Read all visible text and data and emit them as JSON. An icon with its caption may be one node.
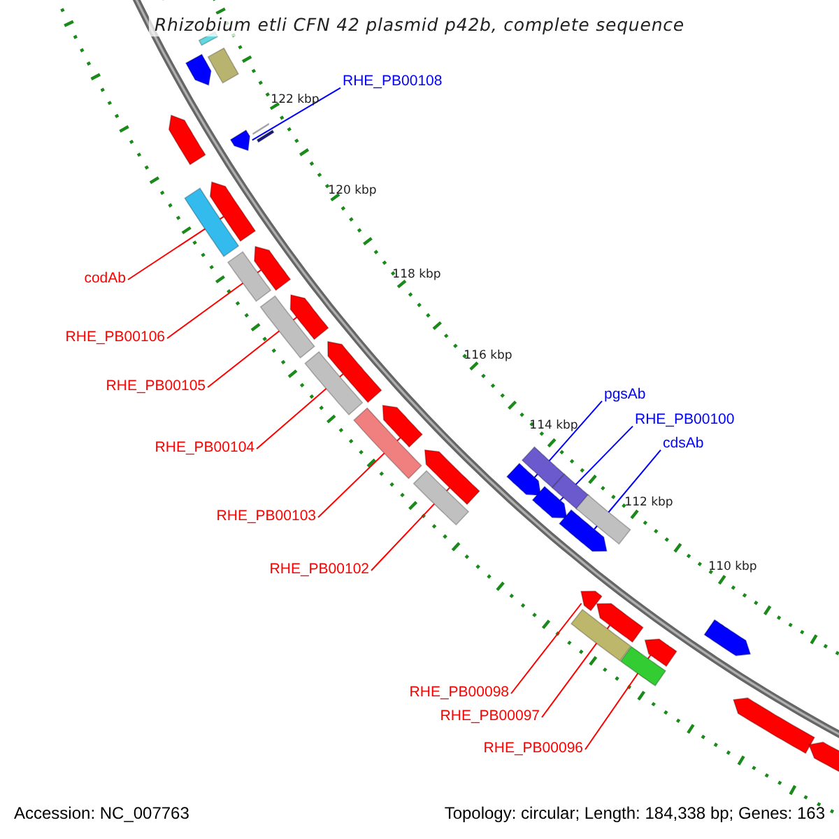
{
  "diagram": {
    "title": "Rhizobium etli CFN 42 plasmid p42b, complete sequence",
    "nodes": [
      {
        "text": [
          "RHE_PB00108"
        ]
      },
      {
        "text": [
          "codAb"
        ]
      },
      {
        "text": [
          "RHE_PB00106"
        ]
      },
      {
        "text": [
          "RHE_PB00105"
        ]
      },
      {
        "text": [
          "pgsAb"
        ]
      },
      {
        "text": [
          "RHE_PB00100"
        ]
      },
      {
        "text": [
          "cdsAb"
        ]
      },
      {
        "text": [
          "RHE_PB00104"
        ]
      },
      {
        "text": [
          "RHE_PB00103"
        ]
      },
      {
        "text": [
          "RHE_PB00102"
        ]
      },
      {
        "text": [
          "RHE_PB00098"
        ]
      },
      {
        "text": [
          "RHE_PB00097"
        ]
      },
      {
        "text": [
          "RHE_PB00096"
        ]
      },
      {
        "text": [],
        "shape": "arrow"
      },
      {
        "text": [],
        "shape": "arrow"
      },
      {
        "text": [],
        "shape": "arrow"
      },
      {
        "text": [],
        "shape": "arrow"
      },
      {
        "text": [],
        "shape": "arrow"
      },
      {
        "text": [],
        "shape": "arrow"
      },
      {
        "text": [],
        "shape": "arrow"
      },
      {
        "text": [],
        "shape": "arrow"
      },
      {
        "text": [],
        "shape": "arrow"
      },
      {
        "text": [],
        "shape": "arrow"
      },
      {
        "text": [],
        "shape": "arrow"
      },
      {
        "text": [],
        "shape": "arrow"
      },
      {
        "text": [],
        "shape": "arrow"
      },
      {
        "text": [],
        "shape": "arrow"
      },
      {
        "text": [],
        "shape": "bar"
      },
      {
        "text": [],
        "shape": "arrow"
      },
      {
        "text": [],
        "shape": "bar"
      },
      {
        "text": [],
        "shape": "bar"
      },
      {
        "text": [],
        "shape": "bar"
      },
      {
        "text": [],
        "shape": "arrow"
      },
      {
        "text": [],
        "shape": "bar"
      },
      {
        "text": [],
        "shape": "bar"
      },
      {
        "text": [],
        "shape": "bar"
      },
      {
        "text": [],
        "shape": "bar"
      },
      {
        "text": [],
        "shape": "bar"
      },
      {
        "text": [],
        "shape": "bar"
      },
      {
        "text": [],
        "shape": "bar"
      },
      {
        "text": [],
        "shape": "bar"
      },
      {
        "text": [],
        "shape": "bar"
      },
      {
        "text": [],
        "shape": "bar"
      },
      {
        "text": [],
        "shape": "bar"
      },
      {
        "text": [],
        "shape": "arrow"
      },
      {
        "text": [],
        "shape": "arrow"
      },
      {
        "text": [],
        "shape": "arrow"
      }
    ],
    "edges": [
      {
        "from": 0,
        "to": 13,
        "arrow": "none",
        "color": "#0000ff"
      },
      {
        "from": 1,
        "to": 14,
        "arrow": "none"
      },
      {
        "from": 2,
        "to": 15,
        "arrow": "none"
      },
      {
        "from": 3,
        "to": 16,
        "arrow": "none"
      },
      {
        "from": 4,
        "to": 17,
        "arrow": "none",
        "color": "#0000ff"
      },
      {
        "from": 5,
        "to": 18,
        "arrow": "none",
        "color": "#0000ff"
      },
      {
        "from": 6,
        "to": 19,
        "arrow": "none",
        "color": "#0000ff"
      },
      {
        "from": 7,
        "to": 20,
        "arrow": "none"
      },
      {
        "from": 8,
        "to": 21,
        "arrow": "none"
      },
      {
        "from": 9,
        "to": 22,
        "arrow": "none"
      },
      {
        "from": 10,
        "to": 23,
        "arrow": "none"
      },
      {
        "from": 11,
        "to": 24,
        "arrow": "none"
      },
      {
        "from": 12,
        "to": 25,
        "arrow": "none"
      }
    ],
    "labels": [
      "122 kbp",
      "120 kbp",
      "118 kbp",
      "116 kbp",
      "114 kbp",
      "112 kbp",
      "110 kbp",
      "Accession: NC_007763",
      "Topology: circular; Length: 184,338 bp; Genes: 163"
    ]
  }
}
